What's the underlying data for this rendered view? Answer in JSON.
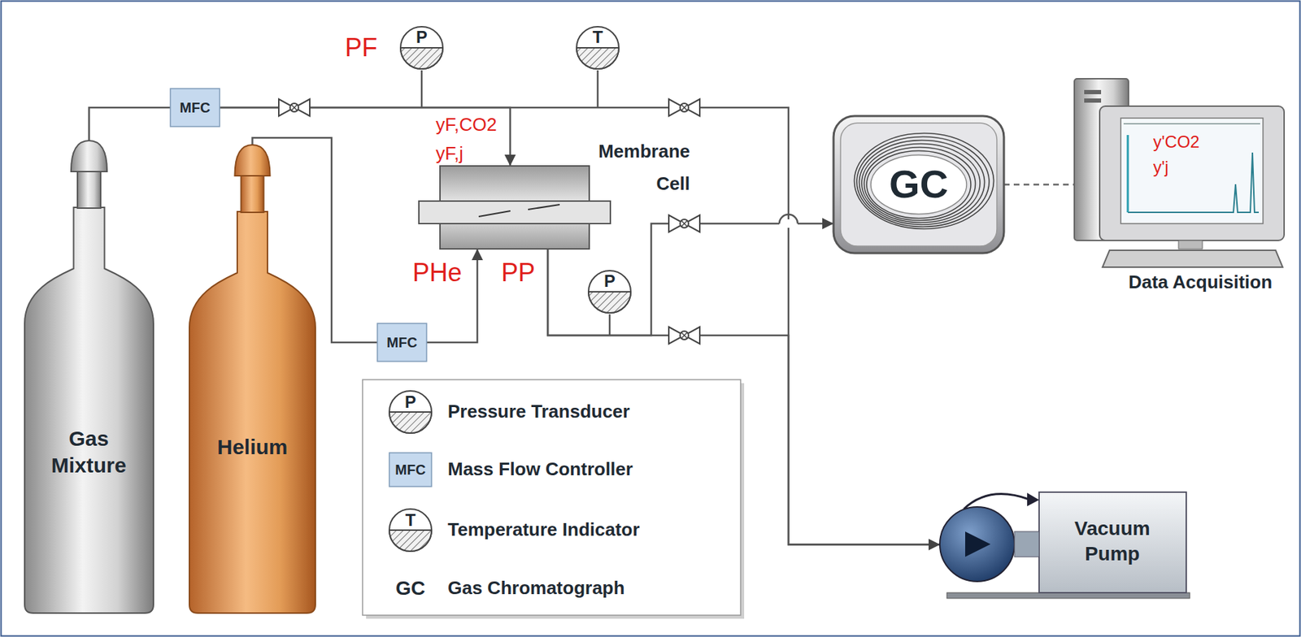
{
  "diagram": {
    "nodes": [
      {
        "text": [
          "Gas Mixture"
        ]
      },
      {
        "text": [
          "Helium"
        ]
      },
      {
        "text": [
          "MFC"
        ]
      },
      {
        "text": [
          "P"
        ]
      },
      {
        "text": [
          "T"
        ]
      },
      {
        "text": [
          "Membrane Cell"
        ]
      },
      {
        "text": [
          "MFC"
        ]
      },
      {
        "text": [
          "P"
        ]
      },
      {
        "text": [
          "GC"
        ]
      },
      {
        "text": [
          "y'CO2",
          "y'j"
        ]
      },
      {
        "text": [
          "Vacuum Pump"
        ]
      }
    ],
    "edges": [
      {
        "from": 0,
        "to": 2,
        "arrow": "none"
      },
      {
        "from": 2,
        "to": 5,
        "arrow": "to"
      },
      {
        "from": 1,
        "to": 6,
        "arrow": "none"
      },
      {
        "from": 6,
        "to": 5,
        "arrow": "to"
      },
      {
        "from": 5,
        "to": 8,
        "arrow": "to"
      },
      {
        "from": 5,
        "to": 10,
        "arrow": "to"
      },
      {
        "from": 2,
        "to": 10,
        "arrow": "to"
      },
      {
        "from": 8,
        "to": 9,
        "arrow": "none"
      }
    ],
    "labels": [
      "PF",
      "yF,CO2",
      "yF,j",
      "PHe",
      "PP",
      "P",
      "MFC",
      "T",
      "GC",
      "Data Acquisition"
    ],
    "legend": [
      {
        "text": "Pressure Transducer"
      },
      {
        "text": "Mass Flow Controller"
      },
      {
        "text": "Temperature Indicator"
      },
      {
        "text": "Gas Chromatograph"
      }
    ]
  }
}
